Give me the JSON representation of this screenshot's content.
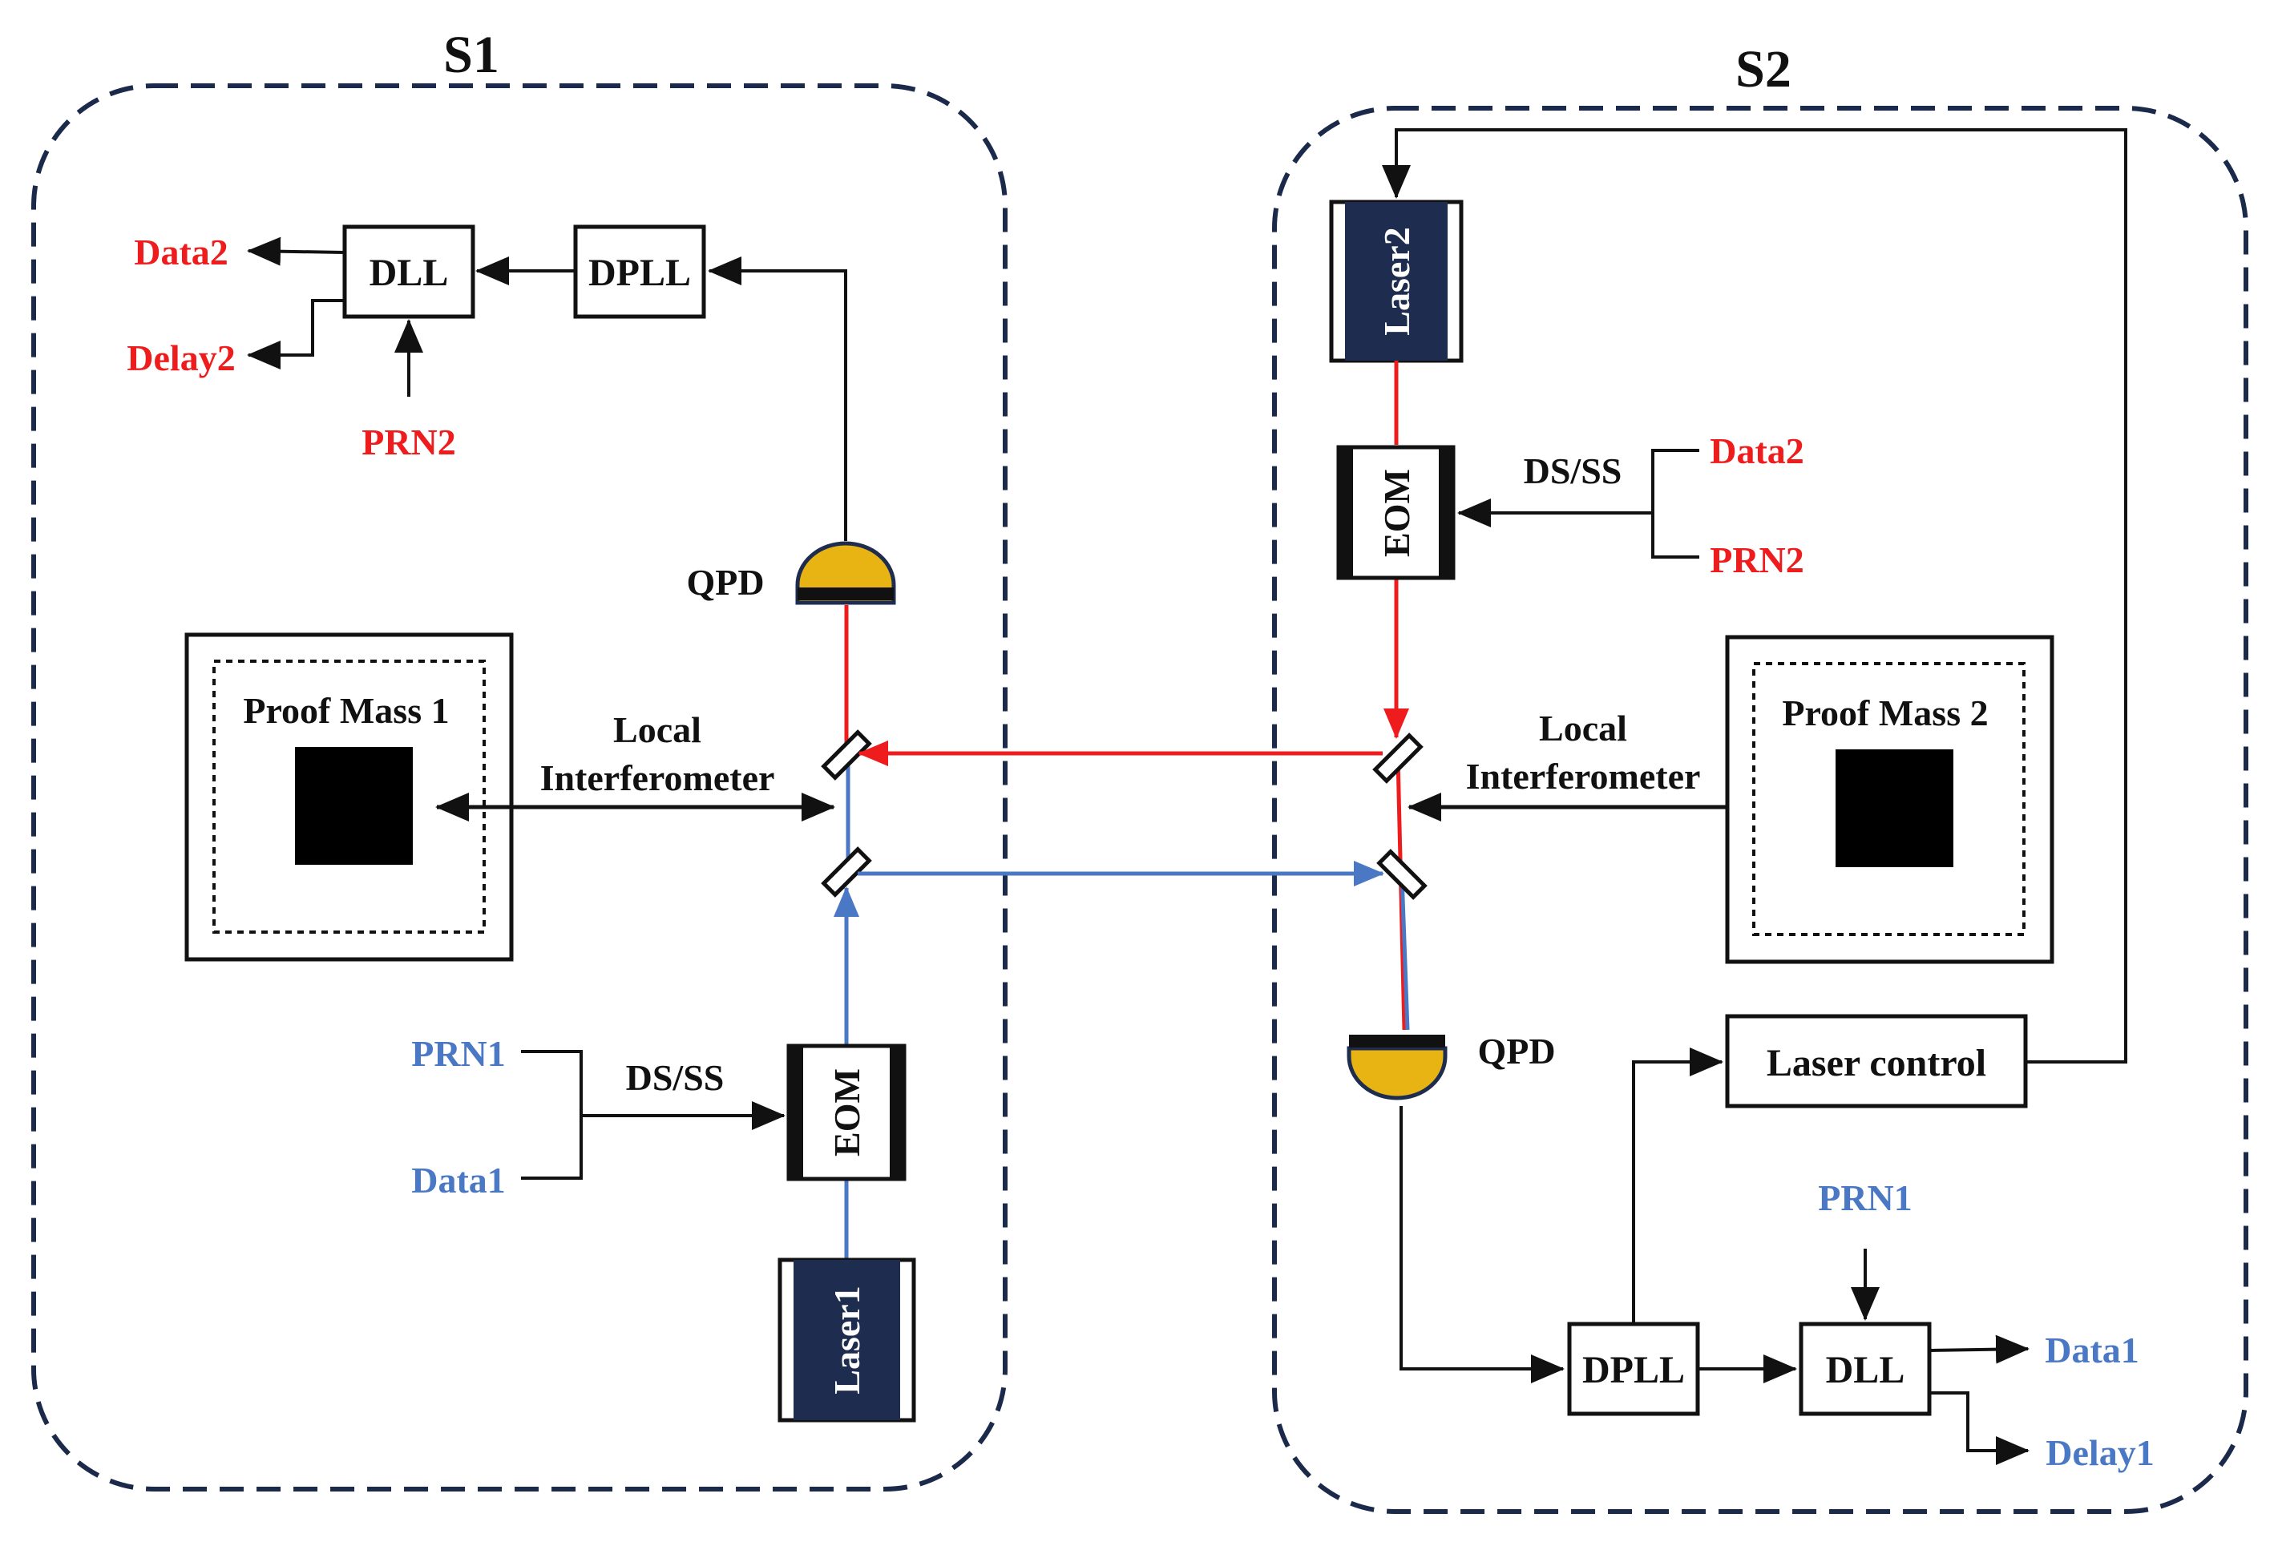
{
  "colors": {
    "red": "#ee1c1c",
    "blue": "#4a78c4",
    "black": "#111111",
    "dash": "#1b2a4a",
    "laser_body": "#1e2d4f",
    "qpd_fill": "#e8b414"
  },
  "s1": {
    "title": "S1",
    "dll": "DLL",
    "dpll": "DPLL",
    "data_out": "Data2",
    "delay_out": "Delay2",
    "prn_in": "PRN2",
    "qpd": "QPD",
    "proof_mass": "Proof Mass 1",
    "interferometer_line1": "Local",
    "interferometer_line2": "Interferometer",
    "prn_mod": "PRN1",
    "data_mod": "Data1",
    "dsss": "DS/SS",
    "eom": "EOM",
    "laser": "Laser1"
  },
  "s2": {
    "title": "S2",
    "laser": "Laser2",
    "eom": "EOM",
    "dsss": "DS/SS",
    "data_mod": "Data2",
    "prn_mod": "PRN2",
    "interferometer_line1": "Local",
    "interferometer_line2": "Interferometer",
    "proof_mass": "Proof Mass 2",
    "qpd": "QPD",
    "laser_control": "Laser control",
    "prn_in": "PRN1",
    "dpll": "DPLL",
    "dll": "DLL",
    "data_out": "Data1",
    "delay_out": "Delay1"
  }
}
